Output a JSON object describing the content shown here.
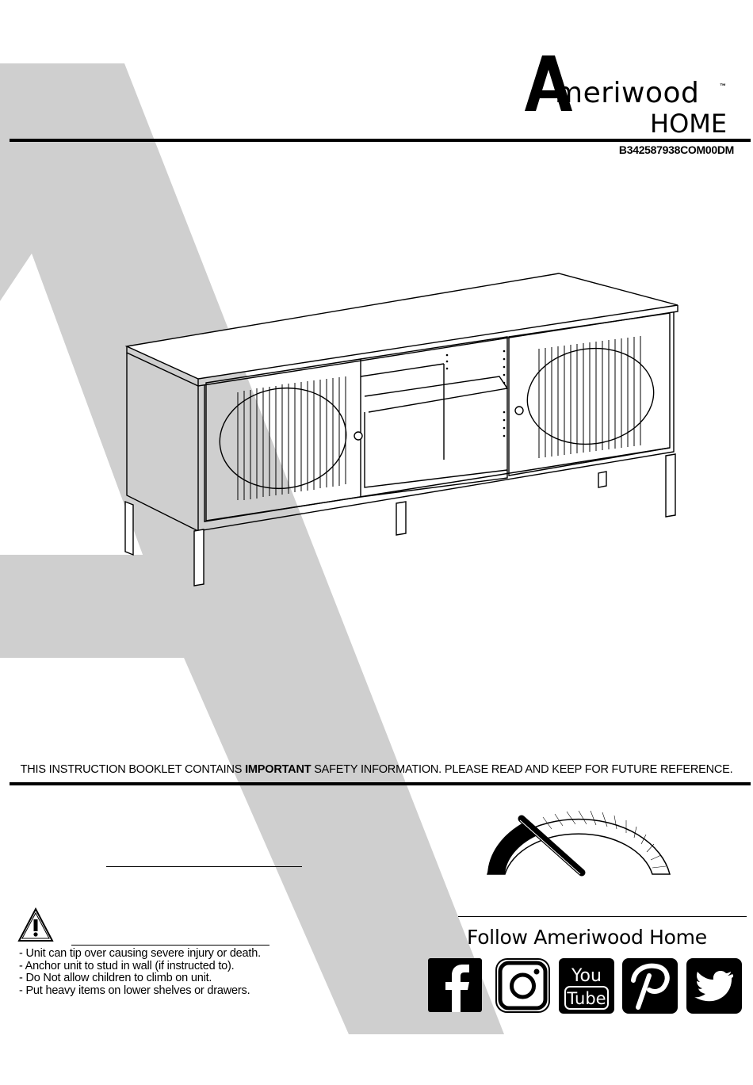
{
  "brand": {
    "name_word": "meriwood",
    "name_initial": "A",
    "trademark": "™",
    "sub": "HOME"
  },
  "model_number": "B342587938COM00DM",
  "safety_notice": {
    "prefix": "THIS INSTRUCTION BOOKLET CONTAINS ",
    "emphasis": "IMPORTANT",
    "suffix": " SAFETY INFORMATION. PLEASE READ AND KEEP FOR FUTURE REFERENCE."
  },
  "follow_label": "Follow Ameriwood Home",
  "warnings": [
    "- Unit can tip over causing severe injury or death.",
    "- Anchor unit to stud in wall (if instructed to).",
    "- Do Not allow children to climb on unit.",
    "- Put heavy items on lower shelves or drawers."
  ],
  "social": {
    "facebook": {
      "icon": "facebook-icon"
    },
    "instagram": {
      "icon": "instagram-icon"
    },
    "youtube": {
      "icon": "youtube-icon",
      "top": "You",
      "bottom": "Tube"
    },
    "pinterest": {
      "icon": "pinterest-icon"
    },
    "twitter": {
      "icon": "twitter-icon"
    }
  },
  "difficulty_gauge": {
    "level": 0.2
  },
  "colors": {
    "background_shape": "#cfcfcf",
    "ink": "#000000"
  }
}
